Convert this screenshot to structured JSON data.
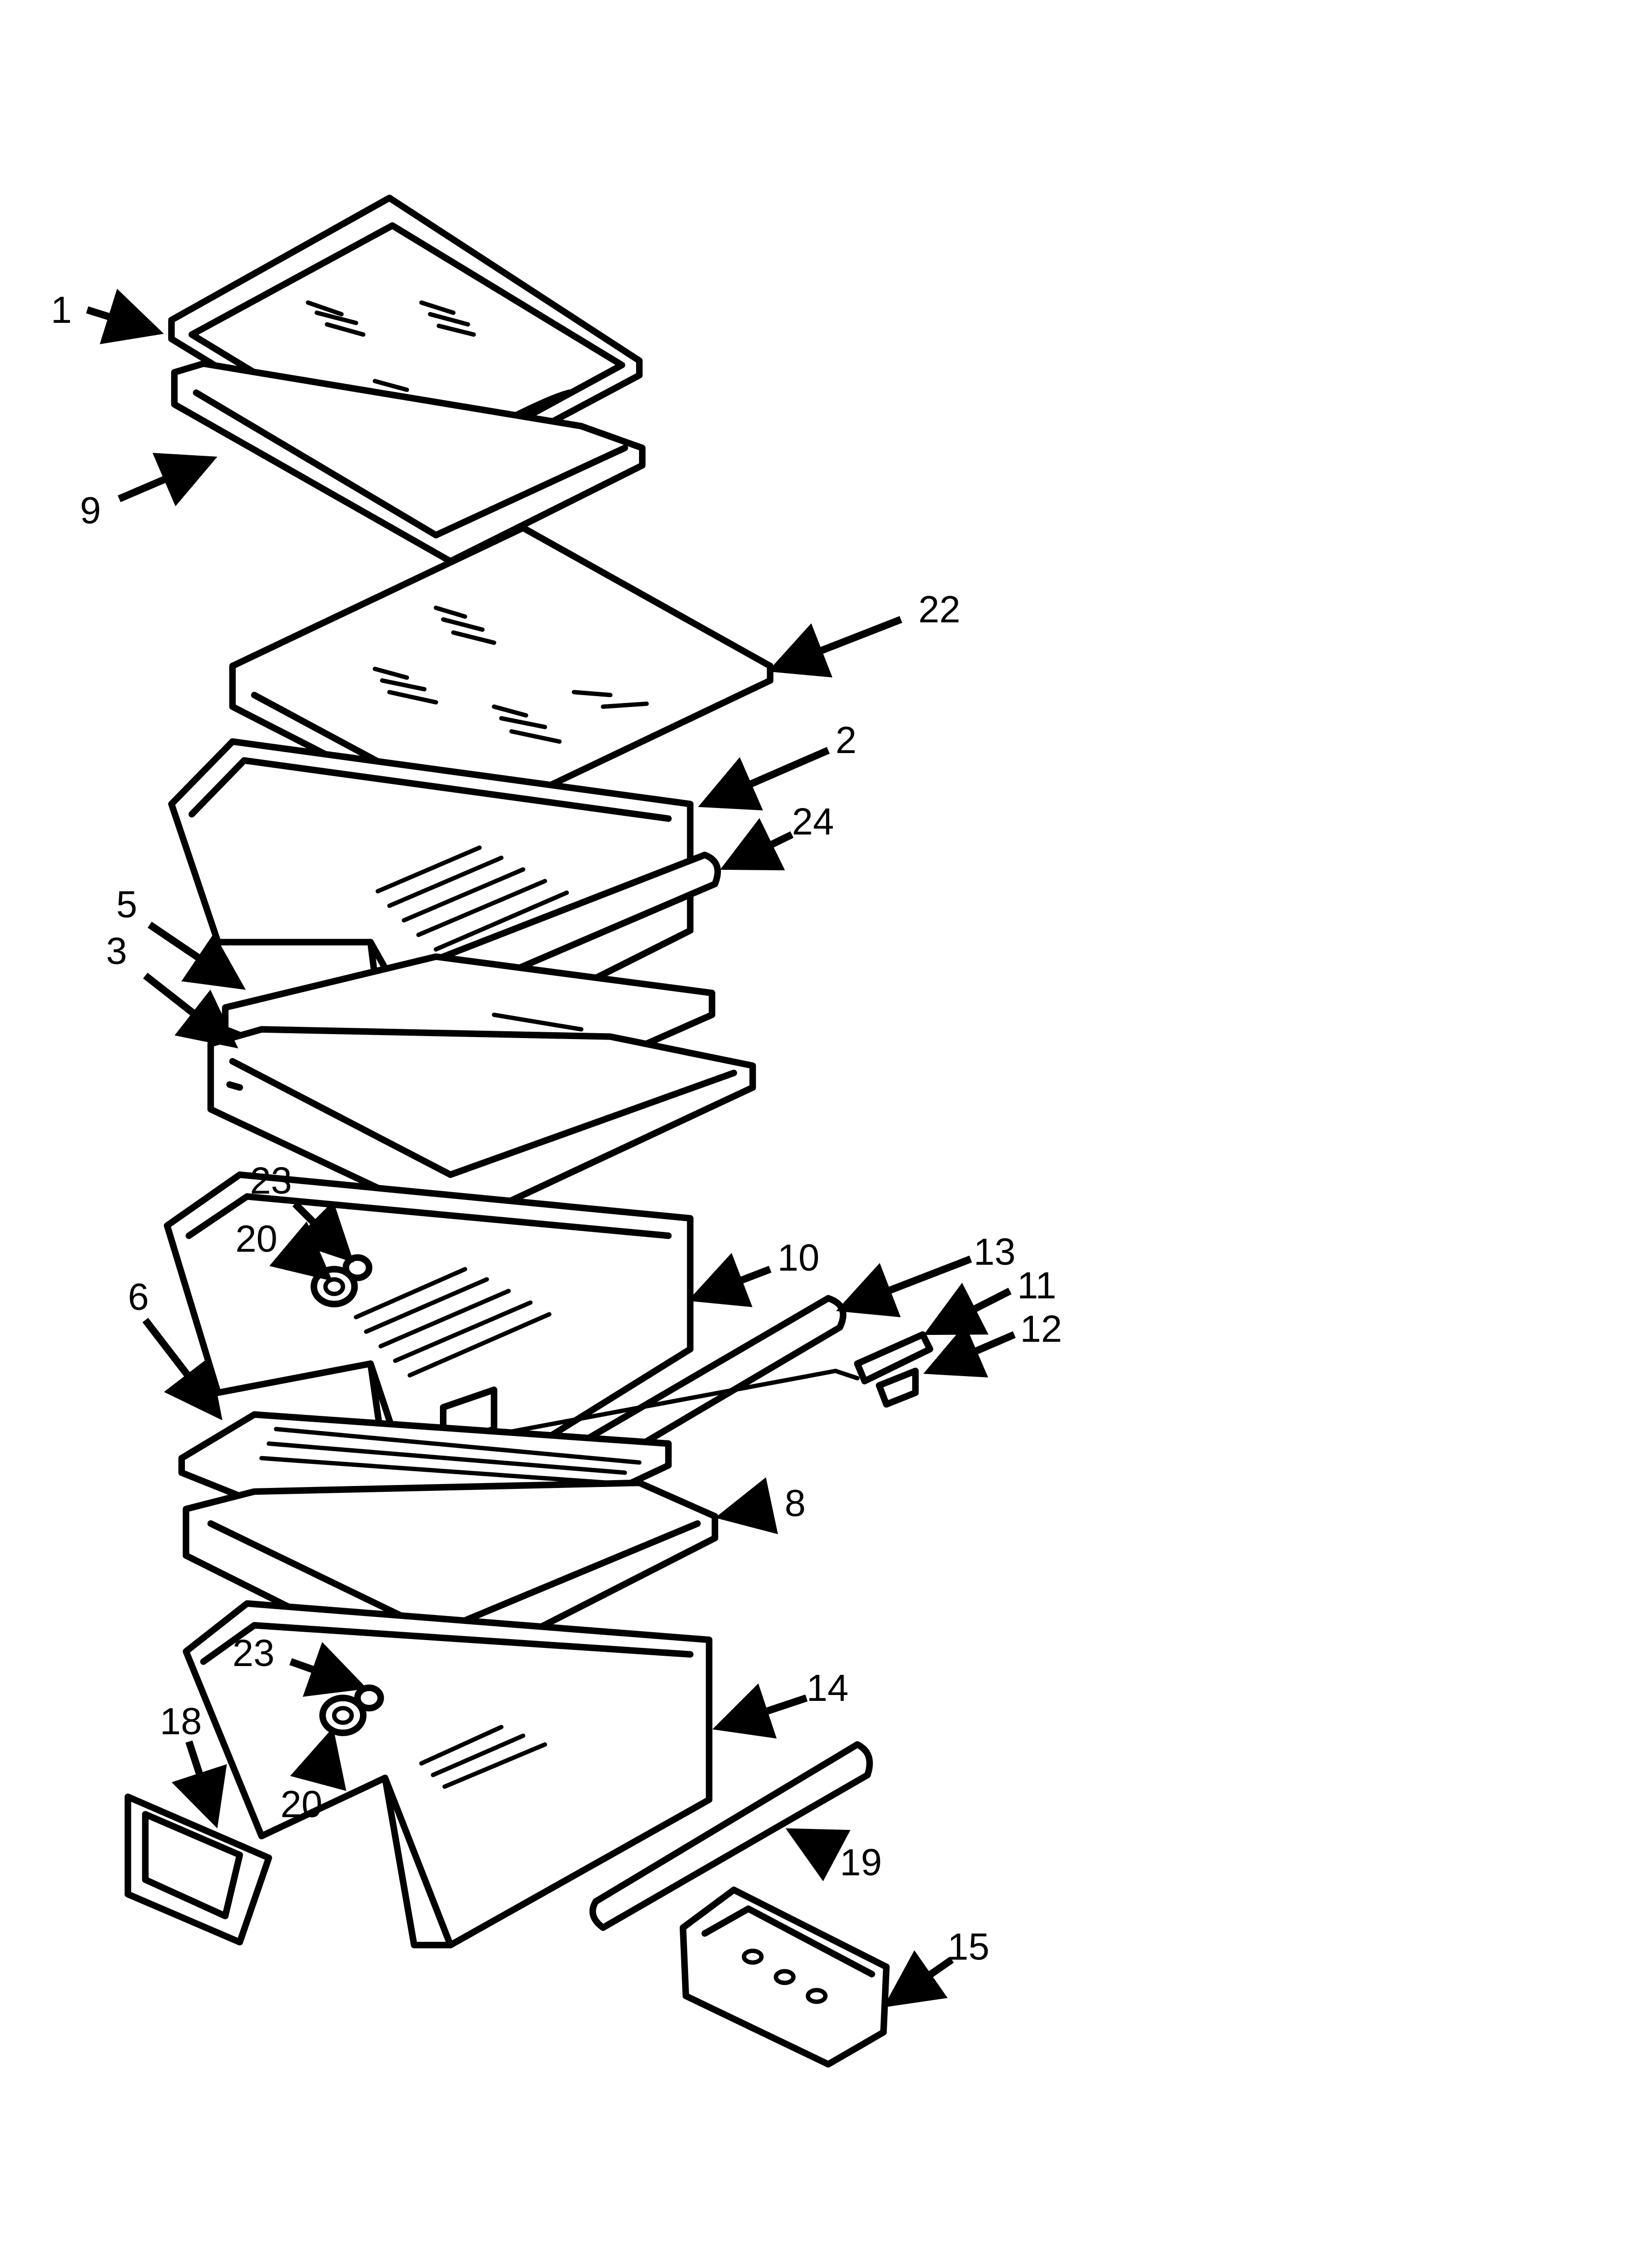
{
  "callouts": {
    "c1": "1",
    "c9": "9",
    "c22": "22",
    "c2": "2",
    "c24": "24",
    "c5": "5",
    "c3": "3",
    "c23a": "23",
    "c20a": "20",
    "c10": "10",
    "c13": "13",
    "c11": "11",
    "c12": "12",
    "c6": "6",
    "c8": "8",
    "c23b": "23",
    "c14": "14",
    "c18": "18",
    "c20b": "20",
    "c19": "19",
    "c15": "15"
  }
}
